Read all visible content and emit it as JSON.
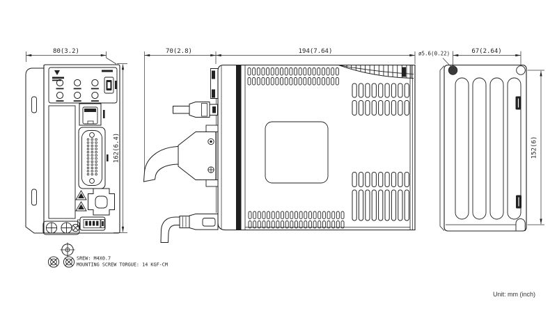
{
  "drawing": {
    "front_view": {
      "width_dim": "80(3.2)",
      "height_dim": "162(6.4)"
    },
    "side_view": {
      "cable_clearance_dim": "70(2.8)",
      "depth_dim": "194(7.64)"
    },
    "back_view": {
      "hole_diameter_dim": "ø5.6(0.22)",
      "hole_spacing_dim": "67(2.64)",
      "height_dim": "152(6)"
    },
    "notes": {
      "screw_line1": "SREW: M4X0.7",
      "screw_line2": "MOUNTING SCREW TORGUE: 14 KGF-CM",
      "unit_note": "Unit: mm (inch)"
    }
  }
}
